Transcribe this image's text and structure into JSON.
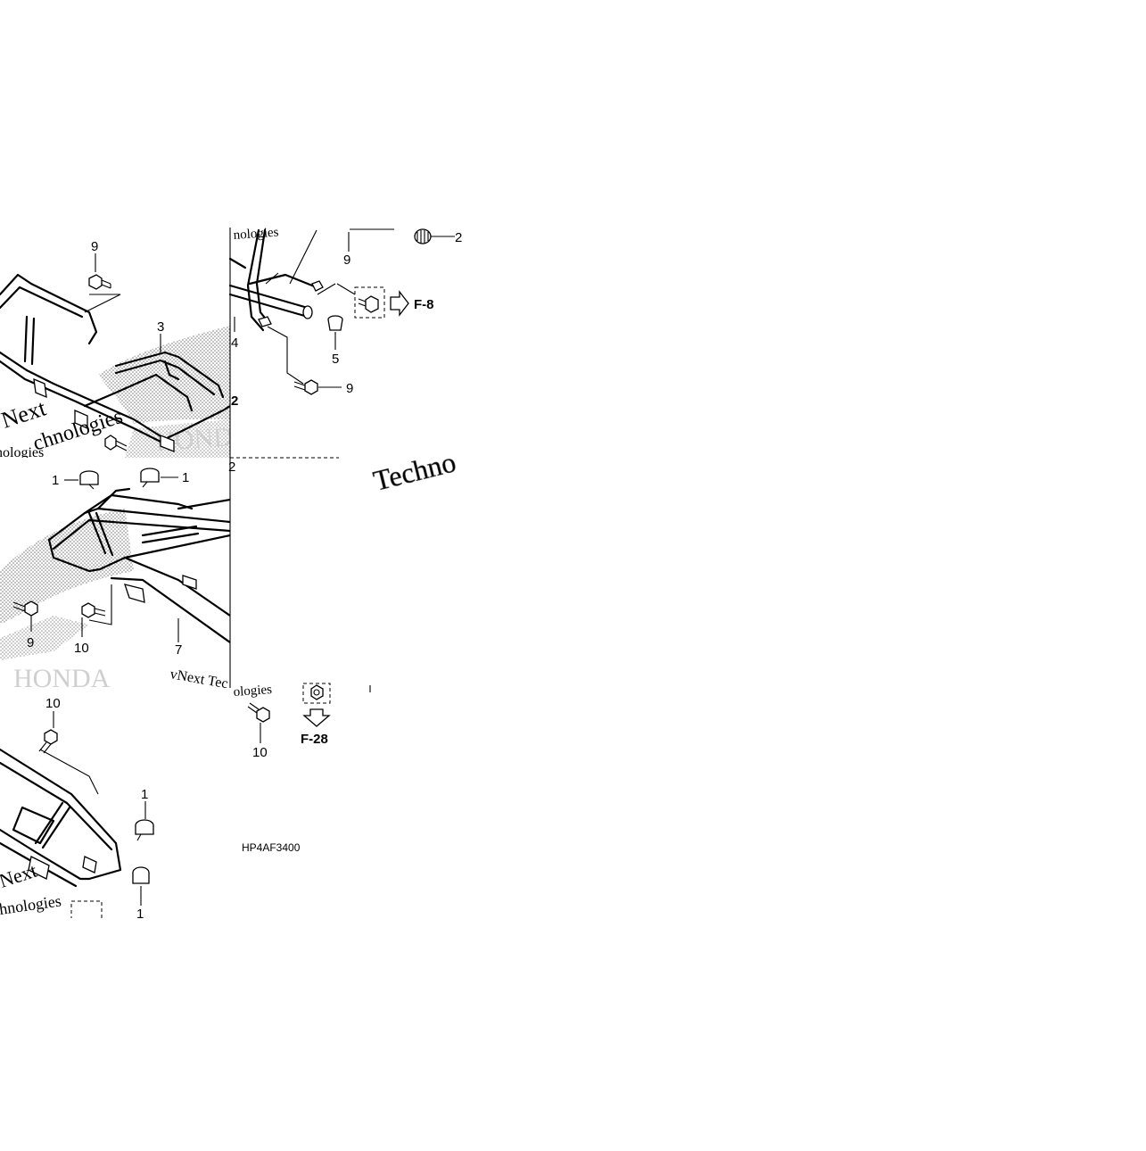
{
  "diagram": {
    "callouts": {
      "p_9_top": "9",
      "p_3": "3",
      "p_2_left": "2",
      "p_2_cut": "2",
      "p_9_inset_top": "9",
      "p_2_inset_top": "2",
      "p_4": "4",
      "p_5": "5",
      "p_9_inset_mid": "9",
      "p_1_left": "1",
      "p_1_right": "1",
      "p_9_mid": "9",
      "p_10_mid": "10",
      "p_7": "7",
      "p_10_bottom": "10",
      "p_10_inset_bottom": "10",
      "p_1_bottom_a": "1",
      "p_1_bottom_b": "1"
    },
    "references": {
      "f8": "F-8",
      "f28": "F-28"
    },
    "drawing_code": "HP4AF3400",
    "watermarks": {
      "w1": "Next",
      "w2": "chnologies",
      "w3": "nologies",
      "w4": "Techno",
      "w5": "vNext Tec",
      "w6": "ologies",
      "w7": "Next",
      "w8": "hnologies"
    },
    "logo_text": "HONDA"
  }
}
